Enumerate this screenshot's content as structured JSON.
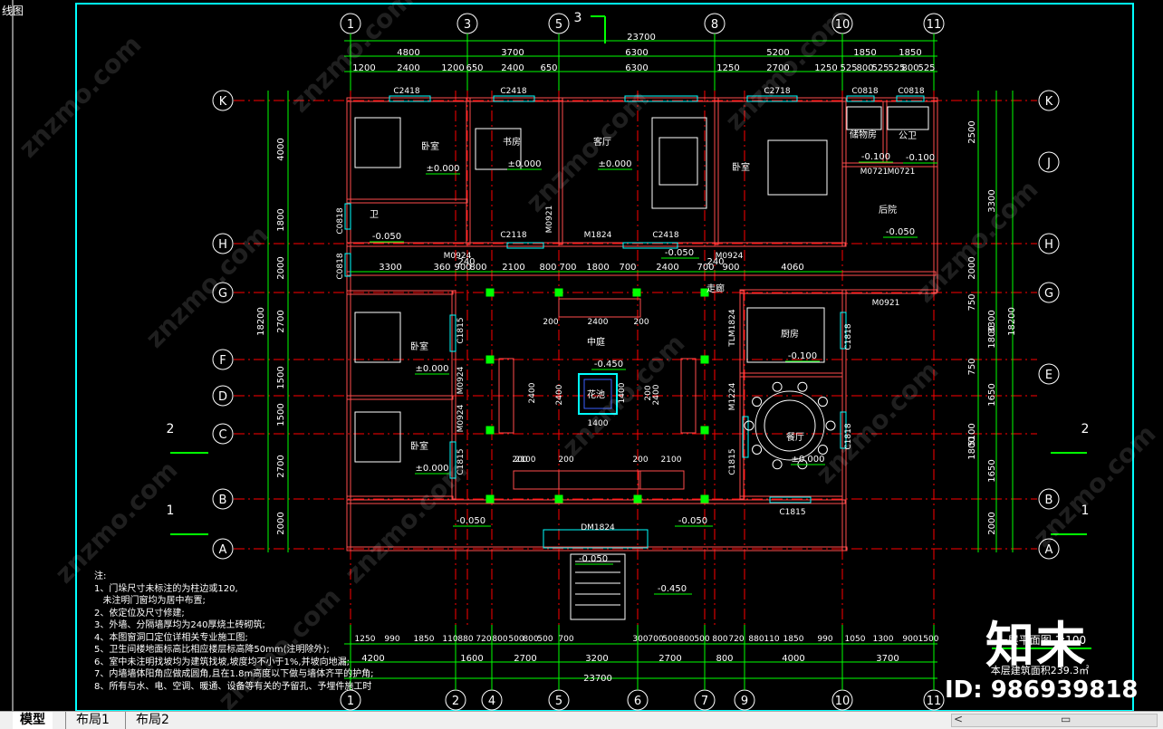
{
  "viewport": {
    "label": "线图",
    "title_grid_labels_top": [
      "1",
      "3",
      "5",
      "8",
      "10",
      "11"
    ],
    "title_grid_labels_bottom": [
      "1",
      "2",
      "4",
      "5",
      "6",
      "7",
      "9",
      "10",
      "11"
    ],
    "row_labels_left": [
      "K",
      "H",
      "G",
      "F",
      "D",
      "C",
      "B",
      "A"
    ],
    "row_labels_right": [
      "K",
      "J",
      "H",
      "G",
      "E",
      "B",
      "A"
    ],
    "section_marks": [
      "1",
      "2",
      "3"
    ],
    "top_dims_total": "23700",
    "top_dims_level1": [
      "4800",
      "3700",
      "6300",
      "5200",
      "1850",
      "1850"
    ],
    "top_dims_level2": [
      "1200",
      "2400",
      "1200",
      "650",
      "2400",
      "650",
      "6300",
      "1250",
      "2700",
      "1250",
      "525",
      "800",
      "525",
      "525",
      "800",
      "525"
    ],
    "bottom_dims_total": "23700",
    "bottom_dims_level1": [
      "4200",
      "1600",
      "2700",
      "3200",
      "2700",
      "800",
      "4000",
      "3700"
    ],
    "bottom_dims_level2": [
      "1250",
      "990",
      "1850",
      "110",
      "880",
      "720",
      "800",
      "500",
      "800",
      "500",
      "700",
      "300",
      "700",
      "500",
      "800",
      "500",
      "800",
      "720",
      "880",
      "110",
      "1850",
      "990",
      "1050",
      "1300",
      "900",
      "1500"
    ],
    "left_total": "18200",
    "right_total": "18200",
    "left_dims": [
      "4000",
      "1800",
      "2000",
      "2700",
      "1500",
      "1500",
      "2700",
      "2000"
    ],
    "right_dims": [
      "2500",
      "3300",
      "2000",
      "3300",
      "750",
      "1800",
      "750",
      "1650",
      "5100",
      "1650",
      "1800",
      "2000"
    ],
    "rooms": [
      {
        "name": "卧室",
        "level": "±0.000"
      },
      {
        "name": "书房",
        "level": "±0.000"
      },
      {
        "name": "客厅",
        "level": "±0.000"
      },
      {
        "name": "卧室",
        "level": ""
      },
      {
        "name": "储物房",
        "level": "-0.100"
      },
      {
        "name": "公卫",
        "level": "-0.100"
      },
      {
        "name": "后院",
        "level": "-0.050"
      },
      {
        "name": "卫",
        "level": "-0.050"
      },
      {
        "name": "卧室",
        "level": "±0.000"
      },
      {
        "name": "卧室",
        "level": "±0.000"
      },
      {
        "name": "中庭",
        "level": "-0.450"
      },
      {
        "name": "花池",
        "level": ""
      },
      {
        "name": "厨房",
        "level": "-0.100"
      },
      {
        "name": "餐厅",
        "level": "±0.000"
      },
      {
        "name": "走廊",
        "level": ""
      }
    ],
    "openings": [
      "C2418",
      "C2418",
      "C2718",
      "C0818",
      "C0818",
      "M0721",
      "M0721",
      "M0921",
      "M0924",
      "M1824",
      "C2118",
      "C2418",
      "M0924",
      "C0818",
      "C0818",
      "C1815",
      "M0924",
      "M0924",
      "C1815",
      "TLM1824",
      "C1818",
      "M1224",
      "C1815",
      "C1818",
      "C1815",
      "DM1824",
      "M0921"
    ],
    "misc_levels": [
      "-0.050",
      "-0.050",
      "-0.050",
      "-0.450",
      "-0.050"
    ],
    "mid_dims": [
      "3300",
      "360",
      "900",
      "800",
      "2100",
      "800",
      "700",
      "1800",
      "700",
      "2400",
      "700",
      "900",
      "4060",
      "240",
      "240"
    ],
    "court_dims": [
      "200",
      "2400",
      "200",
      "2400",
      "200",
      "200",
      "2100",
      "200",
      "200",
      "2100",
      "1400",
      "1400",
      "2400",
      "2400"
    ],
    "notes_title": "注:",
    "notes": [
      "1、门垛尺寸未标注的为柱边或120,",
      "   未注明门窗均为居中布置;",
      "2、依定位及尺寸修建;",
      "3、外墙、分隔墙厚均为240厚烧土砖砌筑;",
      "4、本图窗洞口定位详相关专业施工图;",
      "5、卫生间楼地面标高比相应楼层标高降50mm(注明除外);",
      "6、室中未注明找坡均为建筑找坡,坡度均不小于1%,并坡向地漏;",
      "7、内墙墙体阳角应做成圆角,且在1.8m高度以下做与墙体齐平的护角;",
      "8、所有与水、电、空调、暖通、设备等有关的予留孔、予埋件施工时"
    ],
    "plan_title": "一层平面图",
    "plan_scale": "1:100",
    "area_text": "本层建筑面积239.3㎡"
  },
  "watermark": {
    "logo": "知末",
    "id": "ID: 986939818",
    "tile": "znzmo.com"
  },
  "tabs": [
    {
      "label": "模型",
      "active": true
    },
    {
      "label": "布局1",
      "active": false
    },
    {
      "label": "布局2",
      "active": false
    }
  ],
  "colors": {
    "background": "#000000",
    "wall": "#ff4d4d",
    "dimension": "#00ff00",
    "axis": "#ffffff",
    "grid_dash": "#ff0000",
    "cyan": "#00ffff",
    "text": "#ffffff",
    "magenta": "#ff00ff"
  }
}
